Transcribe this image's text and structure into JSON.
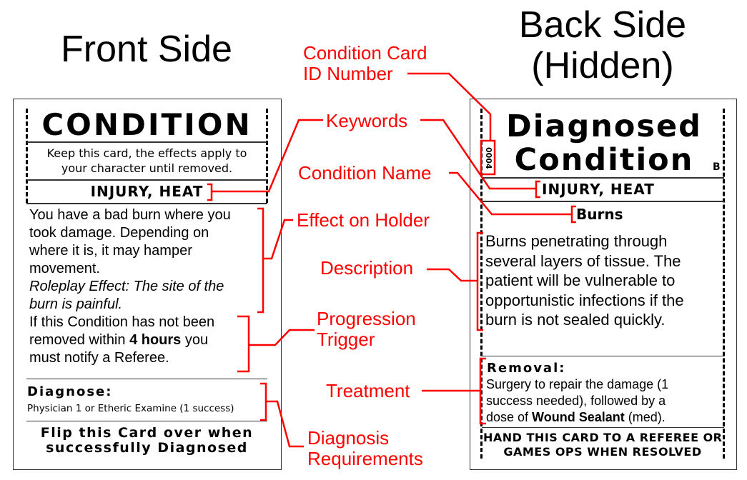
{
  "headings": {
    "front": "Front Side",
    "back_line1": "Back Side",
    "back_line2": "(Hidden)"
  },
  "front": {
    "title": "CONDITION",
    "keep_line1": "Keep this card, the effects apply to",
    "keep_line2": "your character until removed.",
    "keywords": "INJURY, HEAT",
    "effect": [
      "You have a bad burn where you",
      "took damage. Depending on",
      "where it is, it may hamper",
      "movement."
    ],
    "roleplay": [
      "Roleplay Effect: The site of the",
      "burn is painful."
    ],
    "trigger_line1": "If this Condition has not been",
    "trigger_pre": "removed within ",
    "trigger_bold": "4 hours",
    "trigger_post": " you",
    "trigger_line3": "must notify a Referee.",
    "diagnose_label": "Diagnose:",
    "diagnose_text": "Physician 1 or Etheric Examine (1 success)",
    "flip_line1": "Flip this Card over when",
    "flip_line2": "successfully Diagnosed"
  },
  "back": {
    "title_line1": "Diagnosed",
    "title_line2": "Condition",
    "id_number": "0004",
    "side_letter": "B",
    "keywords": "INJURY, HEAT",
    "name": "Burns",
    "description": [
      "Burns penetrating through",
      "several layers of tissue. The",
      "patient will be vulnerable to",
      "opportunistic infections if the",
      "burn is not sealed quickly."
    ],
    "removal_label": "Removal:",
    "removal_line1": "Surgery to repair the damage (1",
    "removal_line2": "success needed), followed by a",
    "removal_pre": "dose of ",
    "removal_bold": "Wound Sealant",
    "removal_post": " (med).",
    "hand_line1": "HAND THIS CARD TO A REFEREE OR",
    "hand_line2": "GAMES OPS WHEN RESOLVED"
  },
  "annotations": {
    "id_line1": "Condition Card",
    "id_line2": "ID Number",
    "keywords": "Keywords",
    "condition_name": "Condition Name",
    "effect": "Effect on Holder",
    "description": "Description",
    "progression_line1": "Progression",
    "progression_line2": "Trigger",
    "treatment": "Treatment",
    "diagnosis_line1": "Diagnosis",
    "diagnosis_line2": "Requirements"
  },
  "colors": {
    "annotation": "#ff0000"
  }
}
